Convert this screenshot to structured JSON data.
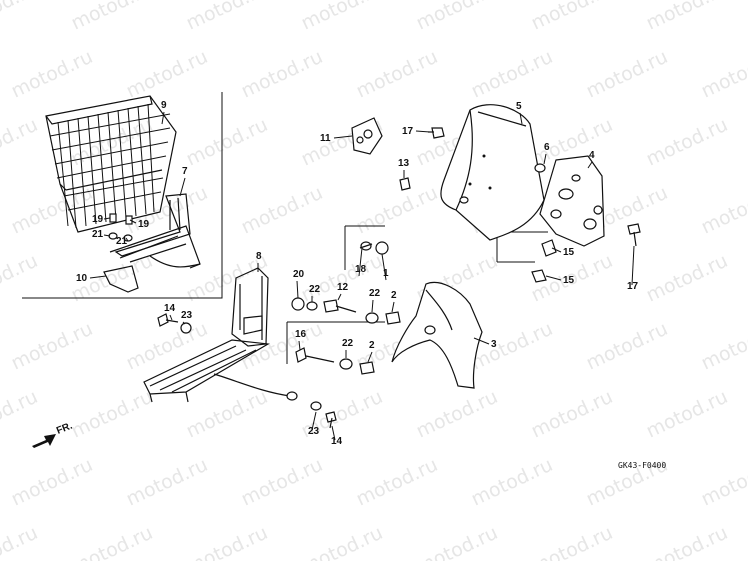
{
  "watermark": "motod.ru",
  "diagram_code": "GK43-F0400",
  "direction_label": "FR.",
  "callouts": [
    "9",
    "7",
    "19",
    "19",
    "21",
    "21",
    "10",
    "8",
    "11",
    "17",
    "13",
    "5",
    "6",
    "4",
    "20",
    "22",
    "12",
    "18",
    "1",
    "22",
    "2",
    "15",
    "15",
    "17",
    "14",
    "23",
    "16",
    "22",
    "2",
    "3",
    "23",
    "14"
  ],
  "colors": {
    "ink": "#111111",
    "watermark": "#e6e6e6",
    "background": "#ffffff"
  }
}
